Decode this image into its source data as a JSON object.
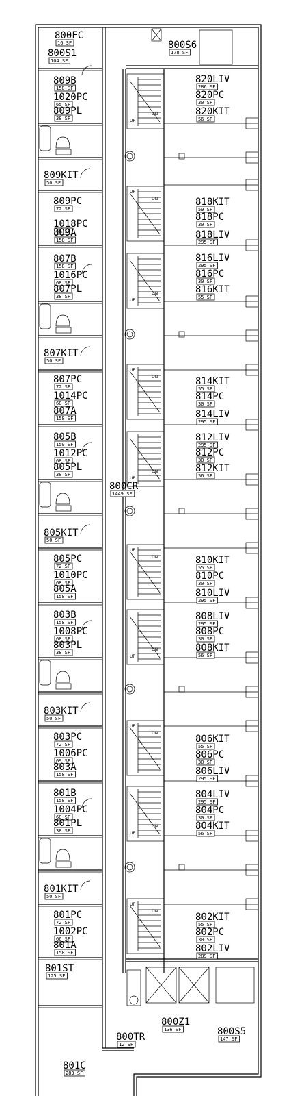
{
  "labels": [
    {
      "name": "800FC",
      "area": "16 SF"
    },
    {
      "name": "800S1",
      "area": "104 SF"
    },
    {
      "name": "800S6",
      "area": "178 SF"
    },
    {
      "name": "809B",
      "area": "158 SF"
    },
    {
      "name": "1020PC",
      "area": "65 SF"
    },
    {
      "name": "809PL",
      "area": "38 SF"
    },
    {
      "name": "809KIT",
      "area": "50 SF"
    },
    {
      "name": "809PC",
      "area": "72 SF"
    },
    {
      "name": "1018PC",
      "area": "68 SF"
    },
    {
      "name": "809A",
      "area": "158 SF"
    },
    {
      "name": "807B",
      "area": "158 SF"
    },
    {
      "name": "1016PC",
      "area": "68 SF"
    },
    {
      "name": "807PL",
      "area": "38 SF"
    },
    {
      "name": "807KIT",
      "area": "50 SF"
    },
    {
      "name": "807PC",
      "area": "72 SF"
    },
    {
      "name": "1014PC",
      "area": "68 SF"
    },
    {
      "name": "807A",
      "area": "158 SF"
    },
    {
      "name": "805B",
      "area": "159 SF"
    },
    {
      "name": "1012PC",
      "area": "68 SF"
    },
    {
      "name": "805PL",
      "area": "38 SF"
    },
    {
      "name": "805KIT",
      "area": "50 SF"
    },
    {
      "name": "805PC",
      "area": "72 SF"
    },
    {
      "name": "1010PC",
      "area": "68 SF"
    },
    {
      "name": "805A",
      "area": "158 SF"
    },
    {
      "name": "803B",
      "area": "158 SF"
    },
    {
      "name": "1008PC",
      "area": "68 SF"
    },
    {
      "name": "803PL",
      "area": "38 SF"
    },
    {
      "name": "803KIT",
      "area": "50 SF"
    },
    {
      "name": "803PC",
      "area": "72 SF"
    },
    {
      "name": "1006PC",
      "area": "69 SF"
    },
    {
      "name": "803A",
      "area": "158 SF"
    },
    {
      "name": "801B",
      "area": "158 SF"
    },
    {
      "name": "1004PC",
      "area": "68 SF"
    },
    {
      "name": "801PL",
      "area": "38 SF"
    },
    {
      "name": "801KIT",
      "area": "50 SF"
    },
    {
      "name": "801PC",
      "area": "72 SF"
    },
    {
      "name": "1002PC",
      "area": "66 SF"
    },
    {
      "name": "801A",
      "area": "158 SF"
    },
    {
      "name": "801ST",
      "area": "125 SF"
    },
    {
      "name": "801C",
      "area": "283 SF"
    },
    {
      "name": "800CR",
      "area": "1449 SF"
    },
    {
      "name": "800TR",
      "area": "12 SF"
    },
    {
      "name": "800Z1",
      "area": "136 SF"
    },
    {
      "name": "800S5",
      "area": "147 SF"
    },
    {
      "name": "820LIV",
      "area": "286 SF"
    },
    {
      "name": "820PC",
      "area": "30 SF"
    },
    {
      "name": "820KIT",
      "area": "56 SF"
    },
    {
      "name": "818KIT",
      "area": "59 SF"
    },
    {
      "name": "818PC",
      "area": "30 SF"
    },
    {
      "name": "818LIV",
      "area": "295 SF"
    },
    {
      "name": "816LIV",
      "area": "295 SF"
    },
    {
      "name": "816PC",
      "area": "30 SF"
    },
    {
      "name": "816KIT",
      "area": "55 SF"
    },
    {
      "name": "814KIT",
      "area": "55 SF"
    },
    {
      "name": "814PC",
      "area": "30 SF"
    },
    {
      "name": "814LIV",
      "area": "295 SF"
    },
    {
      "name": "812LIV",
      "area": "295 SF"
    },
    {
      "name": "812PC",
      "area": "30 SF"
    },
    {
      "name": "812KIT",
      "area": "56 SF"
    },
    {
      "name": "810KIT",
      "area": "55 SF"
    },
    {
      "name": "810PC",
      "area": "30 SF"
    },
    {
      "name": "810LIV",
      "area": "295 SF"
    },
    {
      "name": "808LIV",
      "area": "295 SF"
    },
    {
      "name": "808PC",
      "area": "30 SF"
    },
    {
      "name": "808KIT",
      "area": "56 SF"
    },
    {
      "name": "806KIT",
      "area": "55 SF"
    },
    {
      "name": "806PC",
      "area": "30 SF"
    },
    {
      "name": "806LIV",
      "area": "295 SF"
    },
    {
      "name": "804LIV",
      "area": "295 SF"
    },
    {
      "name": "804PC",
      "area": "30 SF"
    },
    {
      "name": "804KIT",
      "area": "56 SF"
    },
    {
      "name": "802KIT",
      "area": "55 SF"
    },
    {
      "name": "802PC",
      "area": "30 SF"
    },
    {
      "name": "802LIV",
      "area": "289 SF"
    }
  ],
  "stair_marks": {
    "up": "UP",
    "down": "DN"
  }
}
